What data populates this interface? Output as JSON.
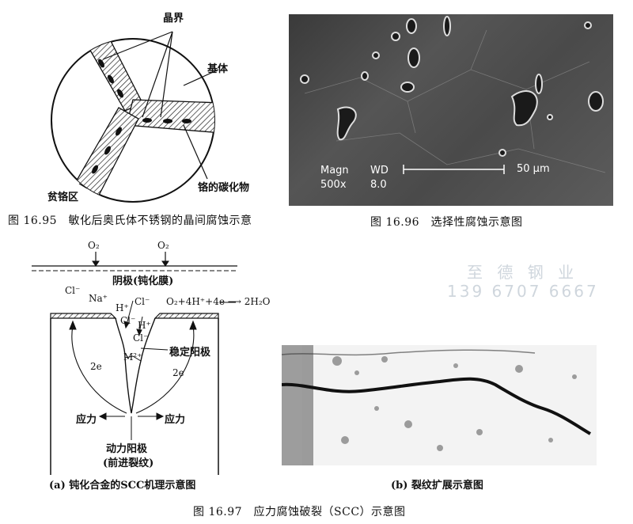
{
  "fig95": {
    "label_grain_boundary": "晶界",
    "label_matrix": "基体",
    "label_carbide": "铬的碳化物",
    "label_depleted": "贫铬区",
    "caption": "图 16.95　敏化后奥氏体不锈钢的晶间腐蚀示意"
  },
  "fig96": {
    "magn_label": "Magn",
    "magn_value": "500x",
    "wd_label": "WD",
    "wd_value": "8.0",
    "scale": "50 µm",
    "caption": "图 16.96　选择性腐蚀示意图"
  },
  "fig97a": {
    "o2_left": "O₂",
    "o2_right": "O₂",
    "cathode": "阴极(钝化膜)",
    "cl1": "Cl⁻",
    "na": "Na⁺",
    "h1": "H⁺",
    "cl2": "Cl⁻",
    "reaction": "O₂+4H⁺+4e ⟶ 2H₂O",
    "cl3": "Cl⁻",
    "h2": "H⁺",
    "cl4": "Cl⁻",
    "m2": "M²⁺",
    "stable_anode": "稳定阳极",
    "e_left": "2e",
    "e_right": "2e",
    "stress_left": "应力",
    "stress_right": "应力",
    "dyn_anode": "动力阳极",
    "advancing_crack": "(前进裂纹)",
    "subcaption": "(a) 钝化合金的SCC机理示意图"
  },
  "fig97b": {
    "subcaption": "(b) 裂纹扩展示意图"
  },
  "caption97": "图 16.97　应力腐蚀破裂（SCC）示意图",
  "watermark": {
    "line1": "至 德 钢 业",
    "line2": "139 6707 6667"
  }
}
